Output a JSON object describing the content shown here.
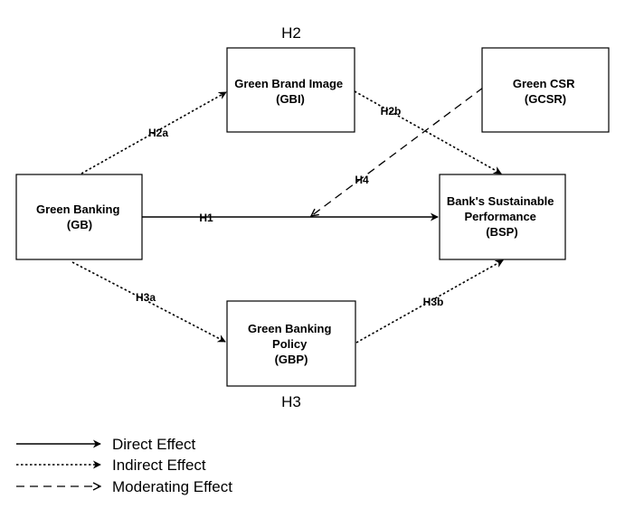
{
  "nodes": {
    "gbi": {
      "lines": [
        "Green Brand Image",
        "(GBI)"
      ]
    },
    "gcsr": {
      "lines": [
        "Green CSR",
        "(GCSR)"
      ]
    },
    "gb": {
      "lines": [
        "Green Banking",
        "(GB)"
      ]
    },
    "bsp": {
      "lines": [
        "Bank's Sustainable",
        "Performance",
        "(BSP)"
      ]
    },
    "gbp": {
      "lines": [
        "Green Banking",
        "Policy",
        "(GBP)"
      ]
    }
  },
  "hypothesis_groups": {
    "top": "H2",
    "bottom": "H3"
  },
  "edges": {
    "h1": {
      "label": "H1",
      "from": "gb",
      "to": "bsp",
      "kind": "direct"
    },
    "h2a": {
      "label": "H2a",
      "from": "gb",
      "to": "gbi",
      "kind": "indirect"
    },
    "h2b": {
      "label": "H2b",
      "from": "gbi",
      "to": "bsp",
      "kind": "indirect"
    },
    "h3a": {
      "label": "H3a",
      "from": "gb",
      "to": "gbp",
      "kind": "indirect"
    },
    "h3b": {
      "label": "H3b",
      "from": "gbp",
      "to": "bsp",
      "kind": "indirect"
    },
    "h4": {
      "label": "H4",
      "from": "gcsr",
      "to": "h1",
      "kind": "moderating"
    }
  },
  "legend": {
    "direct": "Direct Effect",
    "indirect": "Indirect Effect",
    "moderating": "Moderating Effect"
  }
}
